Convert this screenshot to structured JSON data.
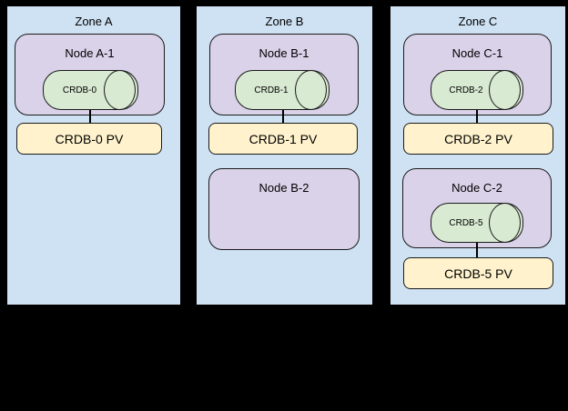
{
  "diagram": {
    "background": "#000000",
    "colors": {
      "zone_fill": "#cfe2f3",
      "node_fill": "#d9d2e9",
      "pod_fill": "#d9ead3",
      "pv_fill": "#fff2cc",
      "zone_border": "#000000",
      "shape_border": "#1a1a1a"
    },
    "zones": [
      {
        "label": "Zone A",
        "node1": {
          "label": "Node A-1",
          "pod": "CRDB-0"
        },
        "pv1": "CRDB-0 PV"
      },
      {
        "label": "Zone B",
        "node1": {
          "label": "Node B-1",
          "pod": "CRDB-1"
        },
        "pv1": "CRDB-1 PV",
        "node2": {
          "label": "Node B-2"
        }
      },
      {
        "label": "Zone C",
        "node1": {
          "label": "Node C-1",
          "pod": "CRDB-2"
        },
        "pv1": "CRDB-2 PV",
        "node2": {
          "label": "Node C-2",
          "pod": "CRDB-5"
        },
        "pv2": "CRDB-5 PV"
      }
    ]
  }
}
